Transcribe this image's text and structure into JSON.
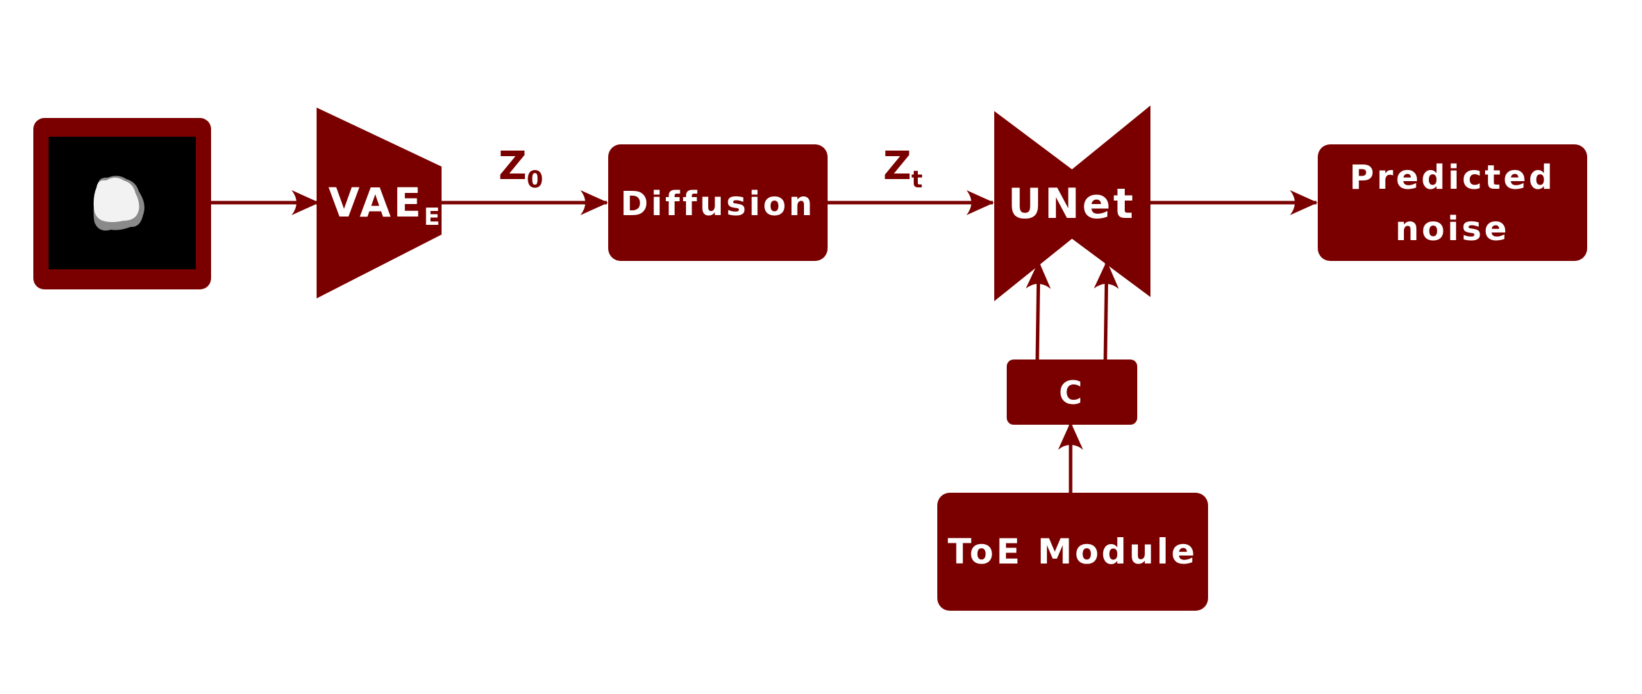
{
  "colors": {
    "primary": "#7a0000",
    "text_on_primary": "#ffffff",
    "image_background": "#000000",
    "blob_fill": "#f2f2f2",
    "blob_shadow": "#8a8a8a"
  },
  "nodes": {
    "input_image": {
      "label": ""
    },
    "vae_encoder": {
      "label": "VAE",
      "subscript": "E"
    },
    "diffusion": {
      "label": "Diffusion"
    },
    "unet": {
      "label": "UNet"
    },
    "predicted_noise": {
      "label_line1": "Predicted",
      "label_line2": "noise"
    },
    "condition": {
      "label": "C"
    },
    "toe_module": {
      "label": "ToE Module"
    }
  },
  "edges": {
    "z0": {
      "symbol": "Z",
      "subscript": "0"
    },
    "zt": {
      "symbol": "Z",
      "subscript": "t"
    }
  }
}
